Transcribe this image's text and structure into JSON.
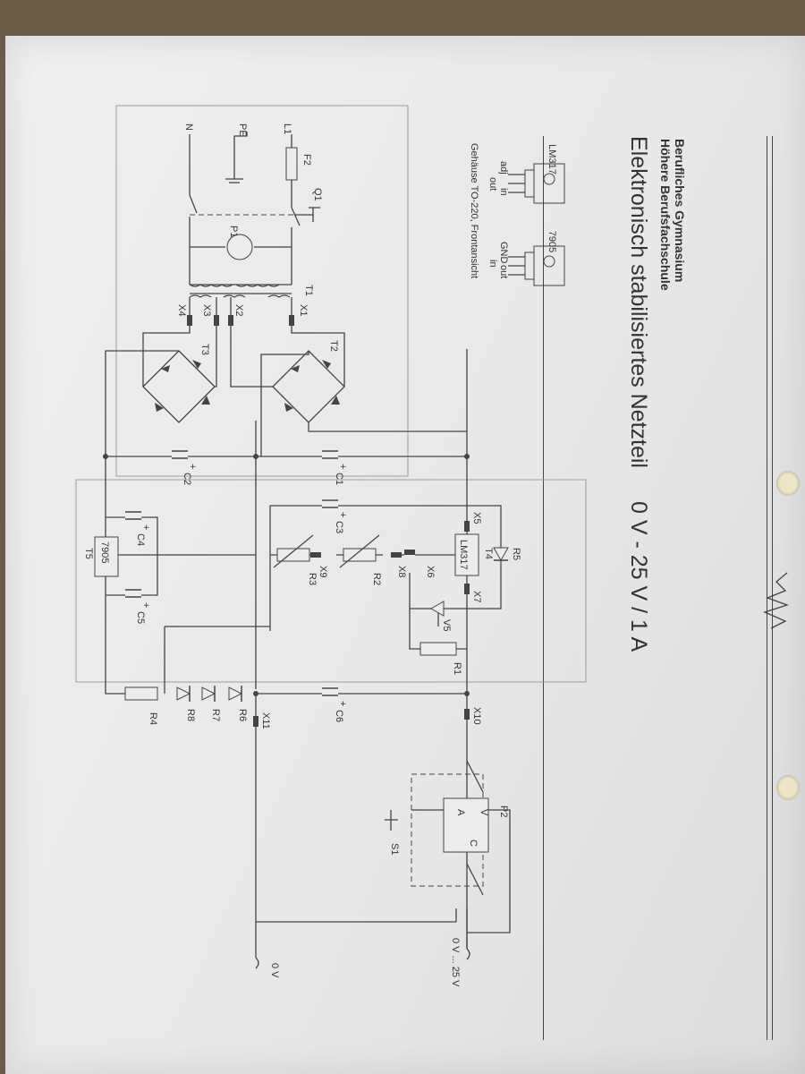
{
  "header": {
    "school_line1": "Berufliches Gymnasium",
    "school_line2": "Höhere Berufsfachschule",
    "title": "Elektronisch stabilisiertes Netzteil",
    "subtitle": "0 V - 25 V  /  1 A"
  },
  "packages": {
    "lm317_name": "LM317",
    "lm317_adj": "adj",
    "lm317_out": "out",
    "lm317_in": "in",
    "reg7905_name": "7905",
    "reg7905_gnd": "GND",
    "reg7905_in": "in",
    "reg7905_out": "out",
    "caption": "Gehäuse TO-220, Frontansicht"
  },
  "labels": {
    "L1": "L1",
    "PE": "PE",
    "N": "N",
    "F2": "F2",
    "Q1": "Q1",
    "P1": "P1",
    "T1": "T1",
    "X1": "X1",
    "X2": "X2",
    "X3": "X3",
    "X4": "X4",
    "T2": "T2",
    "T3": "T3",
    "C1": "C1",
    "C2": "C2",
    "C3": "C3",
    "C4": "C4",
    "C5": "C5",
    "C6": "C6",
    "X5": "X5",
    "X6": "X6",
    "X7": "X7",
    "X8": "X8",
    "X9": "X9",
    "X10": "X10",
    "X11": "X11",
    "T4": "T4",
    "T4_part": "LM317",
    "T5": "T5",
    "T5_part": "7905",
    "R1": "R1",
    "R2": "R2",
    "R3": "R3",
    "R4": "R4",
    "R5": "R5",
    "R6": "R6",
    "R7": "R7",
    "R8": "R8",
    "V5": "V5",
    "P2": "P2",
    "P2_v": "V",
    "P2_a": "A",
    "P2_c": "C",
    "S1": "S1",
    "out_pos": "0 V ... 25 V",
    "out_zero": "0 V",
    "plus": "+"
  },
  "colors": {
    "ink": "#444444",
    "paper": "#ececec",
    "background": "#6b5c47"
  }
}
